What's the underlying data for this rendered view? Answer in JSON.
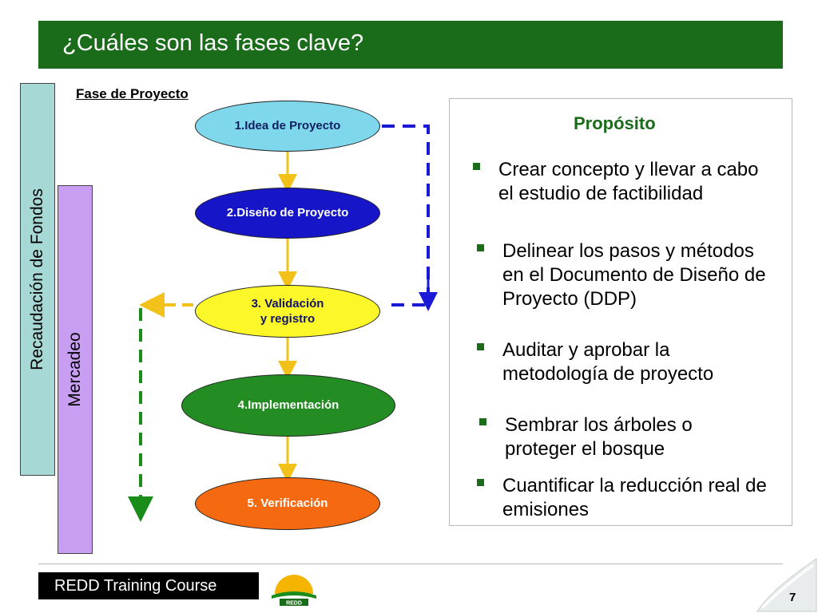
{
  "title": "¿Cuáles son las fases clave?",
  "side_bars": {
    "fundraising": "Recaudación de Fondos",
    "marketing": "Mercadeo"
  },
  "phase_header": "Fase de Proyecto",
  "phases": [
    {
      "label": "1.Idea de Proyecto",
      "color": "#7fd7ec"
    },
    {
      "label": "2.Diseño de Proyecto",
      "color": "#1616c8"
    },
    {
      "label": "3. Validación\ny registro",
      "color": "#fbf728"
    },
    {
      "label": "4.Implementación",
      "color": "#238c23"
    },
    {
      "label": "5. Verificación",
      "color": "#f56a10"
    }
  ],
  "purpose": {
    "title": "Propósito",
    "bullets": [
      "Crear concepto y llevar a cabo el estudio de factibilidad",
      "Delinear los pasos y métodos en el Documento de Diseño de Proyecto (DDP)",
      "Auditar y aprobar la metodología de proyecto",
      "Sembrar los árboles o proteger el bosque",
      "Cuantificar la reducción real de emisiones"
    ]
  },
  "footer": {
    "course": "REDD Training Course",
    "logo_text": "REDD",
    "page_number": "7"
  },
  "colors": {
    "title_green": "#1a6b1a",
    "connector_yellow": "#f2c21b",
    "dashed_blue": "#1a1ad6",
    "dashed_green": "#1a8c1a"
  }
}
